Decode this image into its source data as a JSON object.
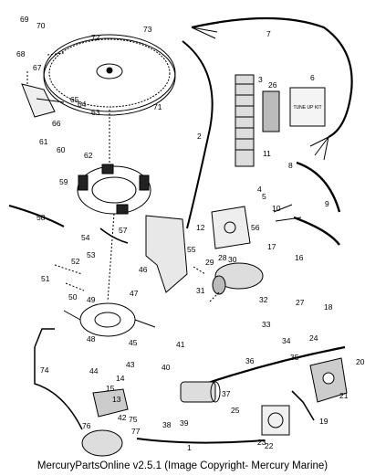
{
  "caption": "MercuryPartsOnline v2.5.1 (Image Copyright- Mercury Marine)",
  "diagram": {
    "tuneup_kit_label": "TUNE UP KIT",
    "callouts": [
      "1",
      "2",
      "3",
      "4",
      "5",
      "6",
      "7",
      "8",
      "9",
      "10",
      "11",
      "12",
      "13",
      "14",
      "15",
      "16",
      "17",
      "18",
      "19",
      "20",
      "21",
      "22",
      "23",
      "24",
      "25",
      "26",
      "27",
      "28",
      "29",
      "30",
      "31",
      "32",
      "33",
      "34",
      "35",
      "36",
      "37",
      "38",
      "39",
      "40",
      "41",
      "42",
      "43",
      "44",
      "45",
      "46",
      "47",
      "48",
      "49",
      "50",
      "51",
      "52",
      "53",
      "54",
      "55",
      "56",
      "57",
      "58",
      "59",
      "60",
      "61",
      "62",
      "63",
      "64",
      "65",
      "66",
      "67",
      "68",
      "69",
      "70",
      "71",
      "72",
      "73",
      "74",
      "75",
      "76",
      "77"
    ]
  }
}
